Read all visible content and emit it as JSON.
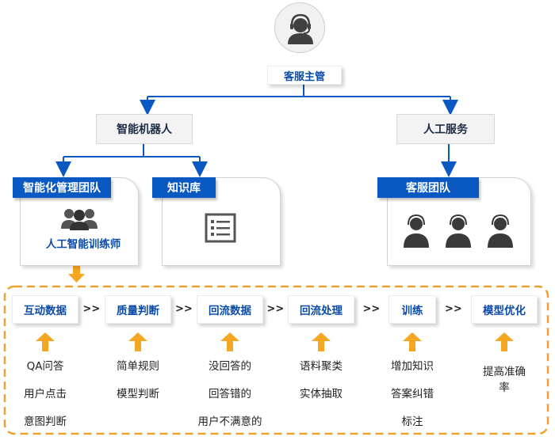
{
  "top": {
    "title": "客服主管"
  },
  "level2": {
    "left": "智能机器人",
    "right": "人工服务"
  },
  "cards": {
    "team": {
      "title": "智能化管理团队",
      "subtitle": "人工智能训练师"
    },
    "kb": {
      "title": "知识库"
    },
    "service": {
      "title": "客服团队"
    }
  },
  "flow": {
    "separator": ">>",
    "stages": [
      {
        "label": "互动数据",
        "notes": [
          "QA问答",
          "用户点击",
          "意图判断"
        ]
      },
      {
        "label": "质量判断",
        "notes": [
          "简单规则",
          "模型判断"
        ]
      },
      {
        "label": "回流数据",
        "notes": [
          "没回答的",
          "回答错的",
          "用户不满意的"
        ]
      },
      {
        "label": "回流处理",
        "notes": [
          "语料聚类",
          "实体抽取"
        ]
      },
      {
        "label": "训练",
        "notes": [
          "增加知识",
          "答案纠错",
          "标注"
        ]
      },
      {
        "label": "模型优化",
        "notes": [
          "提高准确",
          "率"
        ]
      }
    ]
  },
  "colors": {
    "blue": "#0a58c2",
    "orange": "#f5a623",
    "dash": "#f0a030"
  }
}
